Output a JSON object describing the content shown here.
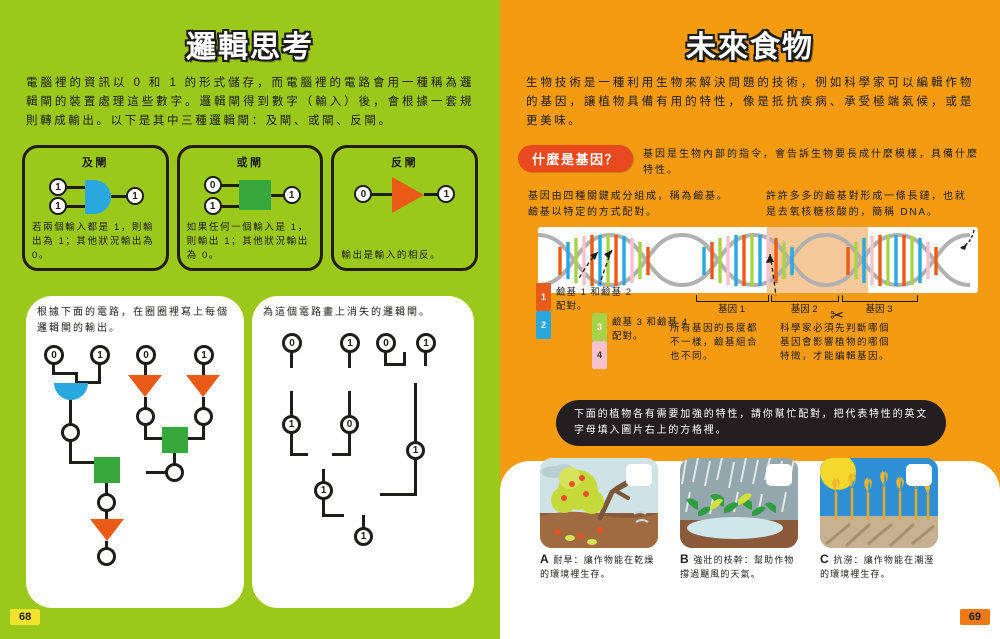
{
  "spread": {
    "left_page_color": "#9ac81b",
    "right_page_color": "#f59b12",
    "page_number_left": "68",
    "page_number_right": "69"
  },
  "left": {
    "title": "邏輯思考",
    "intro": "電腦裡的資訊以 0 和 1 的形式儲存，而電腦裡的電路會用一種稱為邏輯閘的裝置處理這些數字。邏輯閘得到數字（輸入）後，會根據一套規則轉成輸出。以下是其中三種邏輯閘：及閘、或閘、反閘。",
    "gates": [
      {
        "name": "及閘",
        "shape": "and-gate",
        "color": "#29a8e0",
        "inputs": [
          "1",
          "1"
        ],
        "output": "1",
        "desc": "若兩個輸入都是 1，則輸出為 1；其他狀況輸出為 0。"
      },
      {
        "name": "或閘",
        "shape": "or-gate",
        "color": "#37a93c",
        "inputs": [
          "0",
          "1"
        ],
        "output": "1",
        "desc": "如果任何一個輸入是 1，則輸出 1；其他狀況輸出為 0。"
      },
      {
        "name": "反閘",
        "shape": "not-gate",
        "color": "#eb5b18",
        "inputs": [
          "0"
        ],
        "output": "1",
        "desc": "輸出是輸入的相反。"
      }
    ],
    "exercise_1": {
      "question": "根據下面的電路，在圈圈裡寫上每個邏輯閘的輸出。",
      "inputs": [
        "0",
        "1",
        "0",
        "1"
      ],
      "gates_used": [
        "and-gate",
        "not-gate",
        "not-gate",
        "or-gate",
        "or-gate",
        "not-gate"
      ],
      "empty_circles": 6
    },
    "exercise_2": {
      "question": "為這個電路畫上消失的邏輯閘。",
      "inputs": [
        "0",
        "1",
        "0",
        "1"
      ],
      "mid_values": [
        "1",
        "0",
        "1"
      ],
      "lower_values": [
        "1",
        "1"
      ],
      "output": "1"
    }
  },
  "right": {
    "title": "未來食物",
    "intro": "生物技術是一種利用生物來解決問題的技術，例如科學家可以編輯作物的基因，讓植物具備有用的特性，像是抵抗疾病、承受極端氣候，或是更美味。",
    "callout": "什麼是基因？",
    "callout_text": "基因是生物內部的指令，會告訴生物要長成什麼模樣，具備什麼特性。",
    "col_left": "基因由四種關鍵成分組成，稱為鹼基。鹼基以特定的方式配對。",
    "col_right": "許許多多的鹼基對形成一條長鏈，也就是去氧核糖核酸的，簡稱 DNA。",
    "legend": [
      {
        "num": "1",
        "color": "#eb5b18"
      },
      {
        "num": "2",
        "color": "#29a8e0"
      },
      {
        "num": "3",
        "color": "#a8d247"
      },
      {
        "num": "4",
        "color": "#f5c2cd"
      }
    ],
    "legend_note_1": "鹼基 1 和鹼基 2 配對。",
    "legend_note_2": "鹼基 3 和鹼基 4 配對。",
    "gene_labels": [
      "基因 1",
      "基因 2",
      "基因 3"
    ],
    "note_left": "所有基因的長度都不一樣，鹼基組合也不同。",
    "note_right": "科學家必須先判斷哪個基因會影響植物的哪個特徵，才能編輯基因。",
    "scissors_icon": "scissors-icon",
    "banner": "下面的植物各有需要加強的特性，請你幫忙配對，把代表特性的英文字母填入圖片右上的方格裡。",
    "cards": [
      {
        "letter": "A",
        "caption": "耐旱：讓作物能在乾燥的環境裡生存。",
        "scene": "drought-scene"
      },
      {
        "letter": "B",
        "caption": "強壯的枝幹：幫助作物撐過颶風的天氣。",
        "scene": "storm-scene"
      },
      {
        "letter": "C",
        "caption": "抗澇：讓作物能在潮溼的環境裡生存。",
        "scene": "flood-scene"
      }
    ]
  }
}
